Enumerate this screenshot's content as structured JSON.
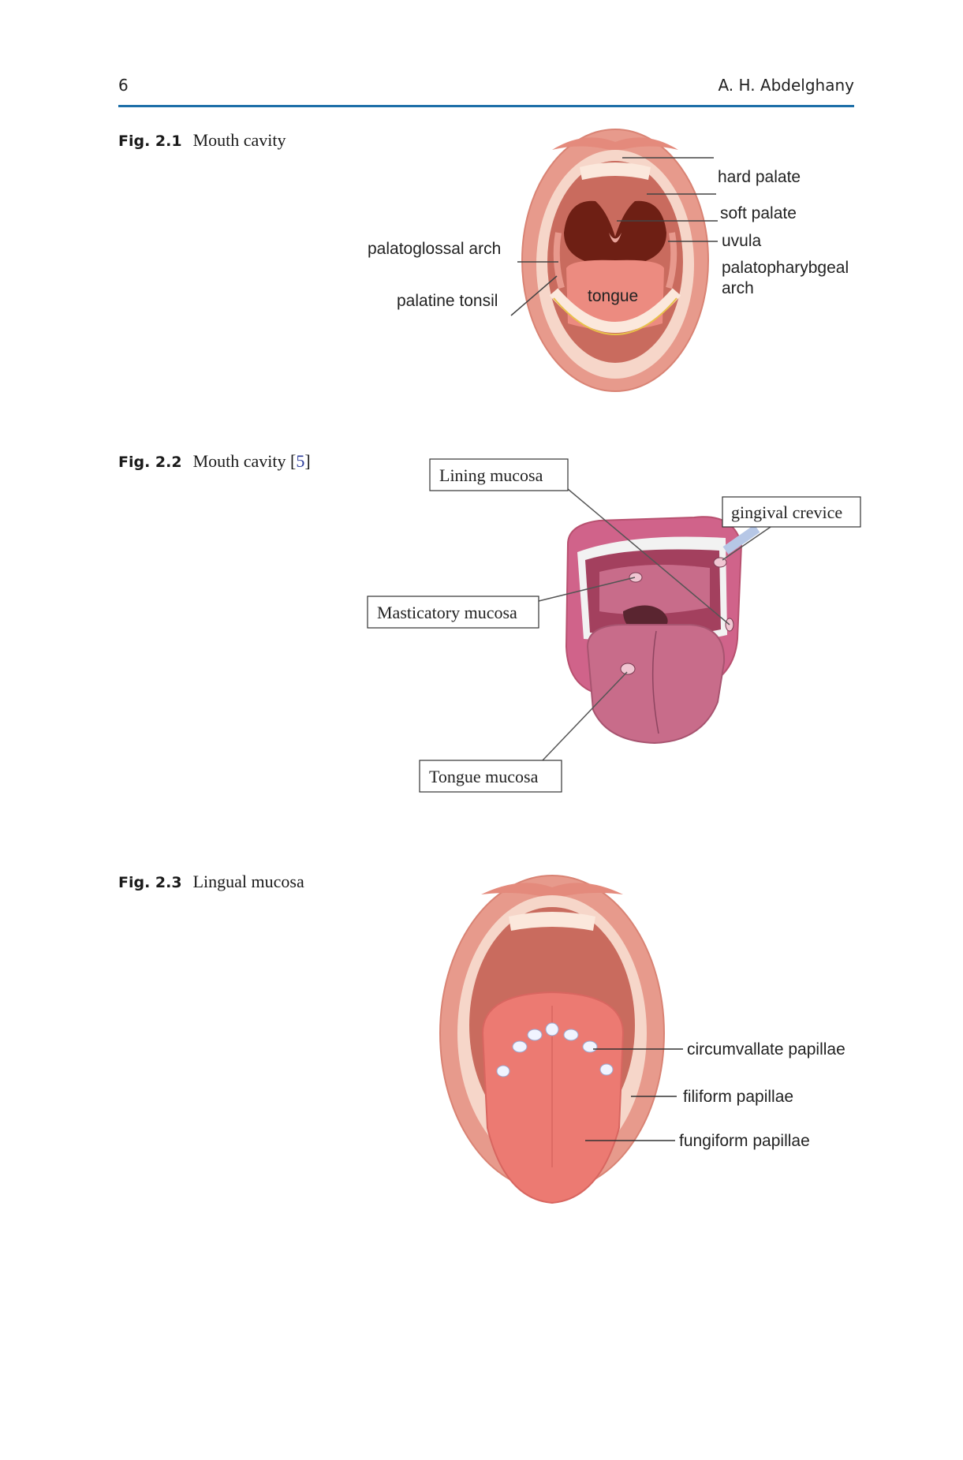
{
  "header": {
    "page_number": "6",
    "author": "A. H. Abdelghany"
  },
  "figures": [
    {
      "number": "Fig. 2.1",
      "caption": "Mouth cavity",
      "labels": {
        "hard_palate": "hard palate",
        "soft_palate": "soft palate",
        "uvula": "uvula",
        "palatopharyngeal_line1": "palatopharybgeal",
        "palatopharyngeal_line2": "arch",
        "palatoglossal_arch": "palatoglossal arch",
        "palatine_tonsil": "palatine tonsil",
        "tongue": "tongue"
      }
    },
    {
      "number": "Fig. 2.2",
      "caption": "Mouth cavity [",
      "ref": "5",
      "caption_end": "]",
      "labels": {
        "lining_mucosa": "Lining mucosa",
        "gingival_crevice": "gingival crevice",
        "masticatory_mucosa": "Masticatory mucosa",
        "tongue_mucosa": "Tongue mucosa"
      }
    },
    {
      "number": "Fig. 2.3",
      "caption": "Lingual mucosa",
      "labels": {
        "circumvallate": "circumvallate papillae",
        "filiform": "filiform papillae",
        "fungiform": "fungiform papillae"
      }
    }
  ],
  "colors": {
    "rule": "#1d6fa8",
    "lips": "#e79a8c",
    "cavity": "#c96b5e",
    "throat": "#6e1f14",
    "tongue": "#ec8b80",
    "pink_tongue": "#c86c8a"
  }
}
